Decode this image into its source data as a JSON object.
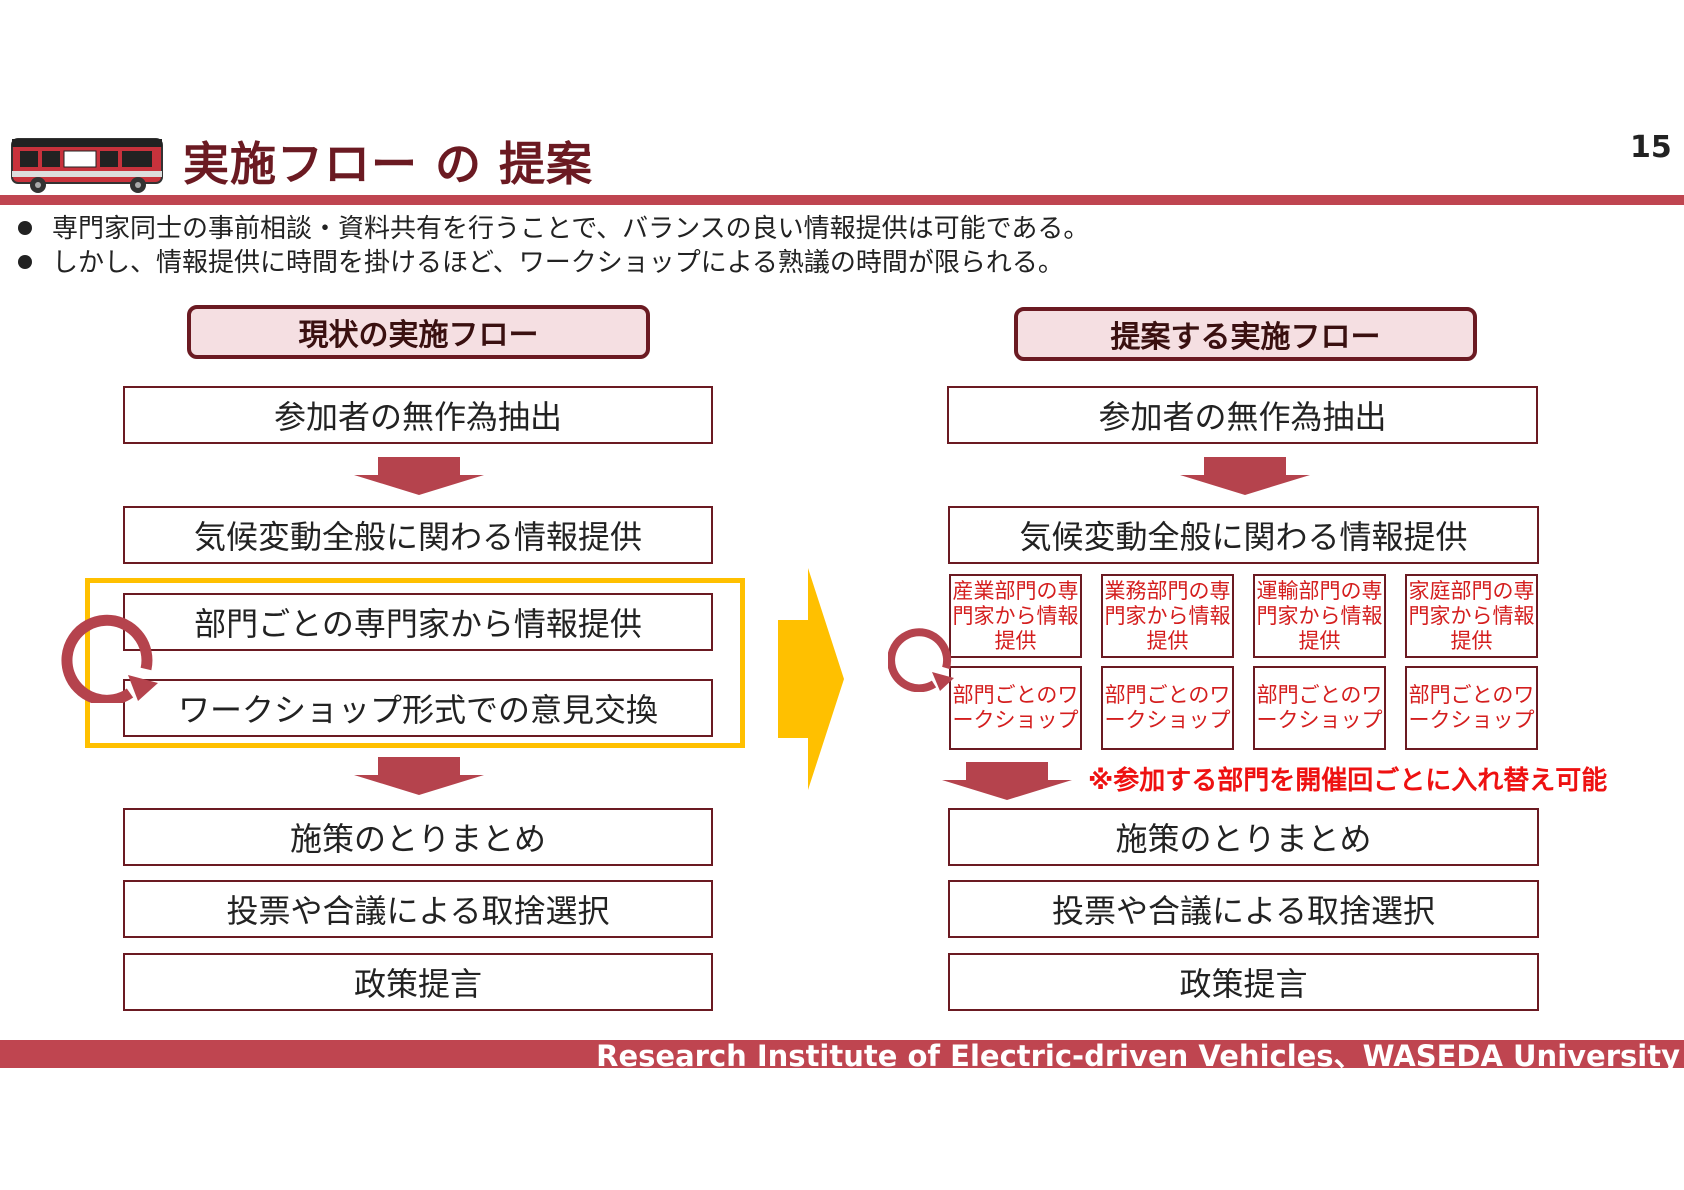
{
  "page": {
    "title": "実施フロー の 提案",
    "page_number": "15",
    "bullets": [
      "専門家同士の事前相談・資料共有を行うことで、バランスの良い情報提供は可能である。",
      "しかし、情報提供に時間を掛けるほど、ワークショップによる熟議の時間が限られる。"
    ],
    "footer": "Research Institute of Electric-driven Vehicles、WASEDA University"
  },
  "current": {
    "header": "現状の実施フロー",
    "steps": [
      "参加者の無作為抽出",
      "気候変動全般に関わる情報提供",
      "部門ごとの専門家から情報提供",
      "ワークショップ形式での意見交換",
      "施策のとりまとめ",
      "投票や合議による取捨選択",
      "政策提言"
    ]
  },
  "proposed": {
    "header": "提案する実施フロー",
    "steps": [
      "参加者の無作為抽出",
      "気候変動全般に関わる情報提供",
      "施策のとりまとめ",
      "投票や合議による取捨選択",
      "政策提言"
    ],
    "sector_info": [
      "産業部門の専門家から情報提供",
      "業務部門の専門家から情報提供",
      "運輸部門の専門家から情報提供",
      "家庭部門の専門家から情報提供"
    ],
    "sector_workshop": [
      "部門ごとのワークショップ",
      "部門ごとのワークショップ",
      "部門ごとのワークショップ",
      "部門ごとのワークショップ"
    ],
    "note": "※参加する部門を開催回ごとに入れ替え可能"
  },
  "colors": {
    "brand": "#6b1a22",
    "bar": "#bf4550",
    "arrow": "#b5434d",
    "highlight": "#ffc000",
    "header_fill": "#f5dfe2",
    "note": "#ee1111"
  }
}
